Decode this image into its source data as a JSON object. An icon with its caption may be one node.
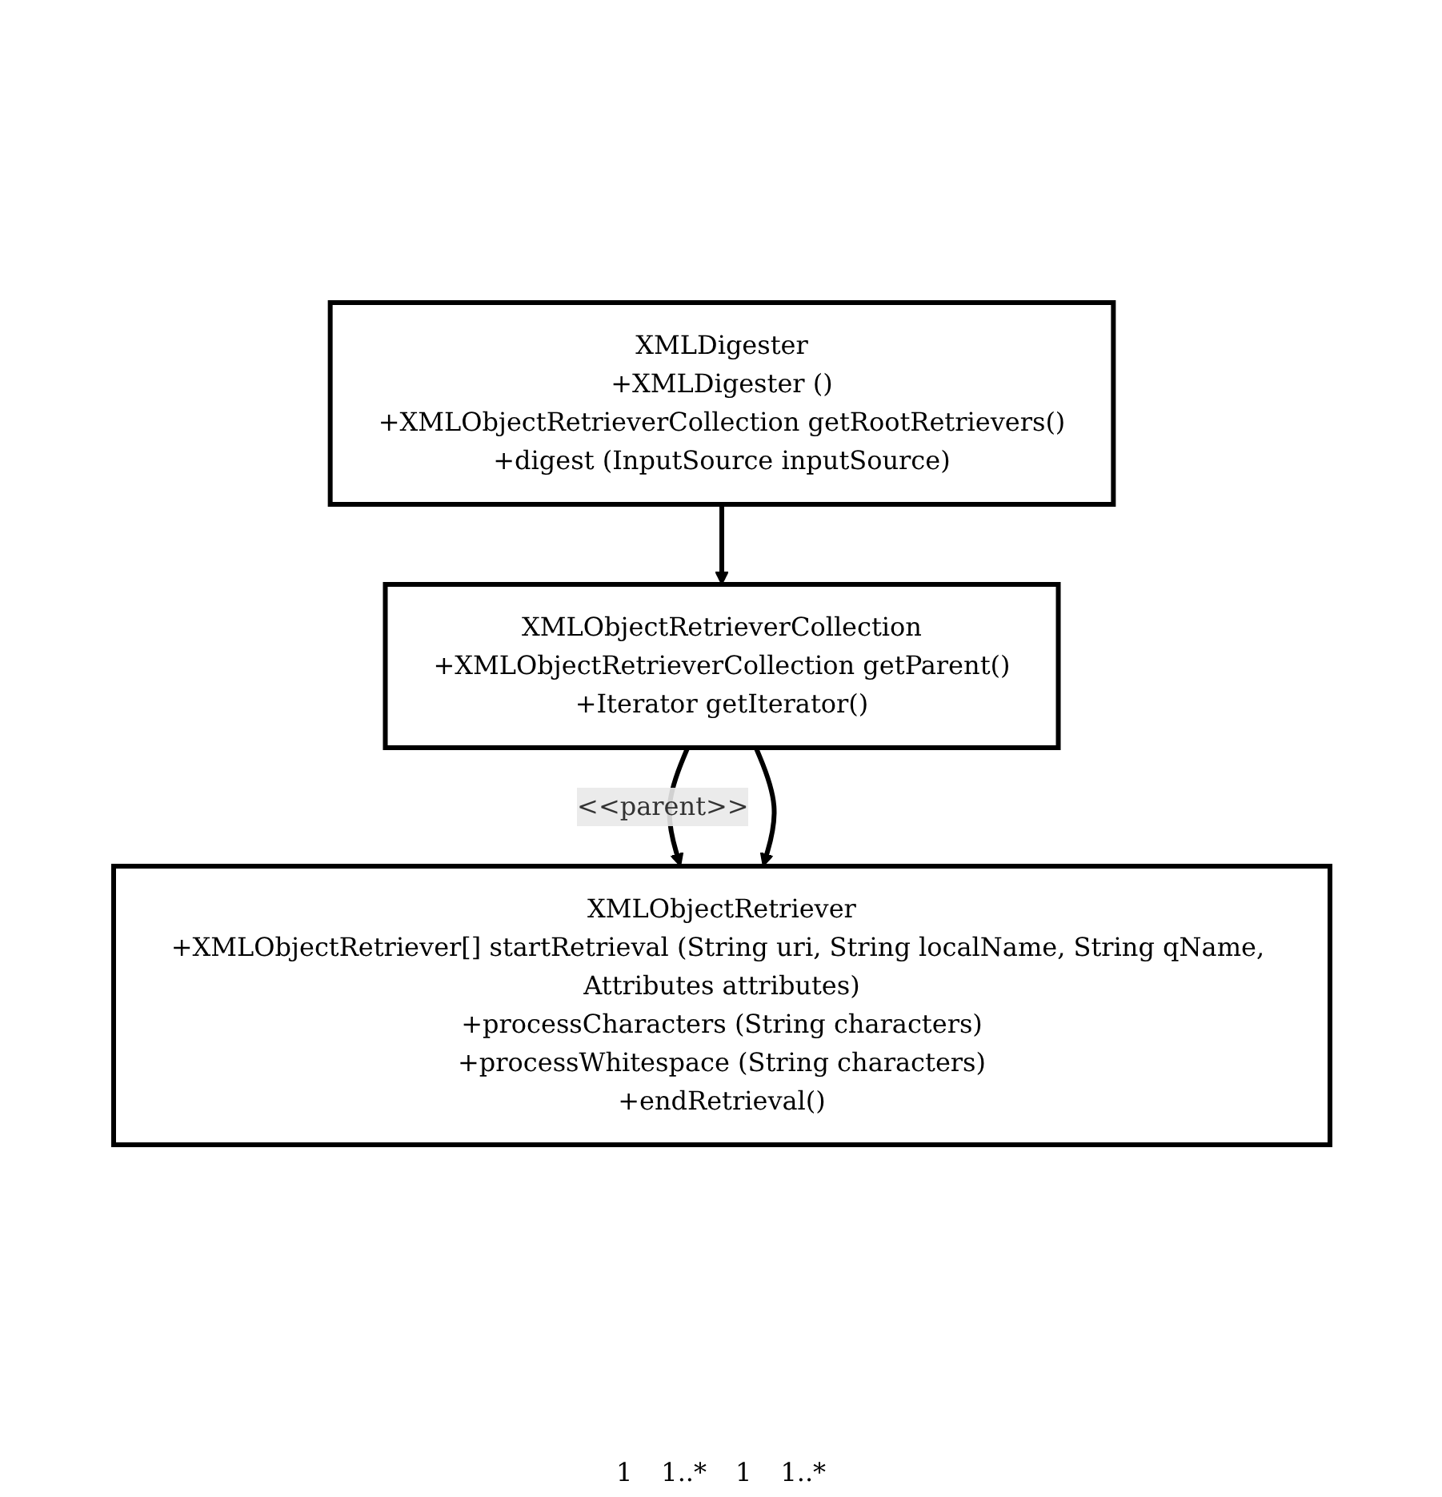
{
  "diagram": {
    "nodes": [
      {
        "text": [
          "XMLDigester",
          "+XMLDigester ()",
          "+XMLObjectRetrieverCollection getRootRetrievers()",
          "+digest (InputSource inputSource)"
        ]
      },
      {
        "text": [
          "XMLObjectRetrieverCollection",
          "+XMLObjectRetrieverCollection getParent()",
          "+Iterator getIterator()"
        ]
      },
      {
        "text": [
          "XMLObjectRetriever",
          "+XMLObjectRetriever[] startRetrieval (String uri, String localName, String qName, Attributes attributes)",
          "+processCharacters (String characters)",
          "+processWhitespace (String characters)",
          "+endRetrieval()"
        ]
      }
    ],
    "edges": [
      {
        "from": 0,
        "to": 1,
        "arrow": "to"
      },
      {
        "from": 1,
        "to": 2,
        "arrow": "to",
        "label": "<<parent>>"
      },
      {
        "from": 1,
        "to": 2,
        "arrow": "to"
      }
    ],
    "labels": [
      "1",
      "1..*",
      "1",
      "1..*"
    ]
  }
}
